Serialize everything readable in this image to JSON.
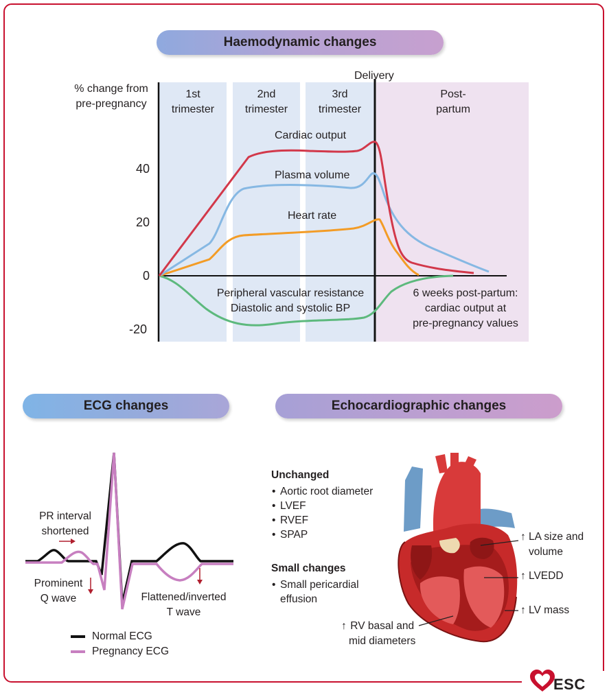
{
  "sections": {
    "haemo_title": "Haemodynamic changes",
    "ecg_title": "ECG changes",
    "echo_title": "Echocardiographic changes"
  },
  "haemo": {
    "y_axis_label": "% change from\npre-pregnancy",
    "y_ticks": [
      "40",
      "20",
      "0",
      "-20"
    ],
    "delivery_label": "Delivery",
    "periods": [
      "1st\ntrimester",
      "2nd\ntrimester",
      "3rd\ntrimester",
      "Post-\npartum"
    ],
    "curve_labels": {
      "cardiac_output": "Cardiac output",
      "plasma_volume": "Plasma volume",
      "heart_rate": "Heart rate",
      "pvr": "Peripheral vascular resistance\nDiastolic and systolic BP"
    },
    "postpartum_note": "6 weeks post-partum:\ncardiac output at\npre-pregnancy values",
    "colors": {
      "cardiac_output": "#d2384a",
      "plasma_volume": "#86b8e3",
      "heart_rate": "#f39c26",
      "pvr": "#5db97d",
      "trimester_band": "#dfe8f5",
      "postpartum_band": "#efe2f0"
    }
  },
  "ecg": {
    "pr_label": "PR interval\nshortened",
    "q_label": "Prominent\nQ wave",
    "t_label": "Flattened/inverted\nT wave",
    "legend_normal": "Normal ECG",
    "legend_pregnancy": "Pregnancy ECG",
    "colors": {
      "normal": "#111111",
      "pregnancy": "#c77fc0",
      "arrow": "#b01f2e"
    }
  },
  "echo": {
    "unchanged_title": "Unchanged",
    "unchanged_items": [
      "Aortic root diameter",
      "LVEF",
      "RVEF",
      "SPAP"
    ],
    "small_title": "Small changes",
    "small_items": [
      "Small pericardial\neffusion"
    ],
    "la_label": "LA size and\nvolume",
    "lvedd_label": "LVEDD",
    "lvmass_label": "LV mass",
    "rv_label": "RV basal and\nmid diameters",
    "increase_symbol": "↑"
  },
  "logo": {
    "text": "ESC",
    "color": "#c8102e"
  }
}
